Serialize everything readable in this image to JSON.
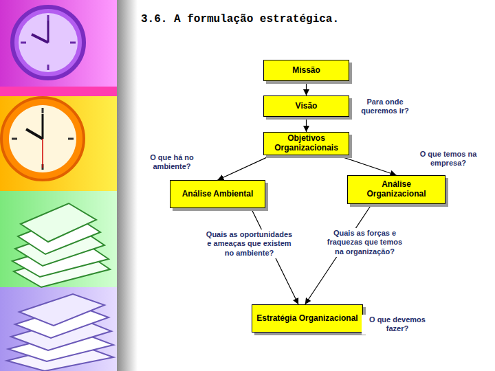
{
  "diagram": {
    "title": "3.6. A formulação estratégica.",
    "nodes": [
      {
        "text": [
          "Missão"
        ]
      },
      {
        "text": [
          "Visão"
        ]
      },
      {
        "text": [
          "Objetivos Organizacionais"
        ]
      },
      {
        "text": [
          "Análise Ambiental"
        ]
      },
      {
        "text": [
          "Análise Organizacional"
        ]
      },
      {
        "text": [
          "Estratégia Organizacional"
        ]
      }
    ],
    "edges": [
      {
        "from": 0,
        "to": 1,
        "arrow": "to"
      },
      {
        "from": 1,
        "to": 2,
        "arrow": "to"
      },
      {
        "from": 2,
        "to": 3,
        "arrow": "to"
      },
      {
        "from": 2,
        "to": 4,
        "arrow": "to"
      },
      {
        "from": 3,
        "to": 5,
        "arrow": "to"
      },
      {
        "from": 4,
        "to": 5,
        "arrow": "to"
      }
    ],
    "labels": [
      "Para onde queremos ir?",
      "O que há no ambiente?",
      "O que temos na empresa?",
      "Quais as oportunidades e ameaças que existem no ambiente?",
      "Quais as forças e fraquezas que temos na organização?",
      "O que devemos fazer?"
    ]
  }
}
